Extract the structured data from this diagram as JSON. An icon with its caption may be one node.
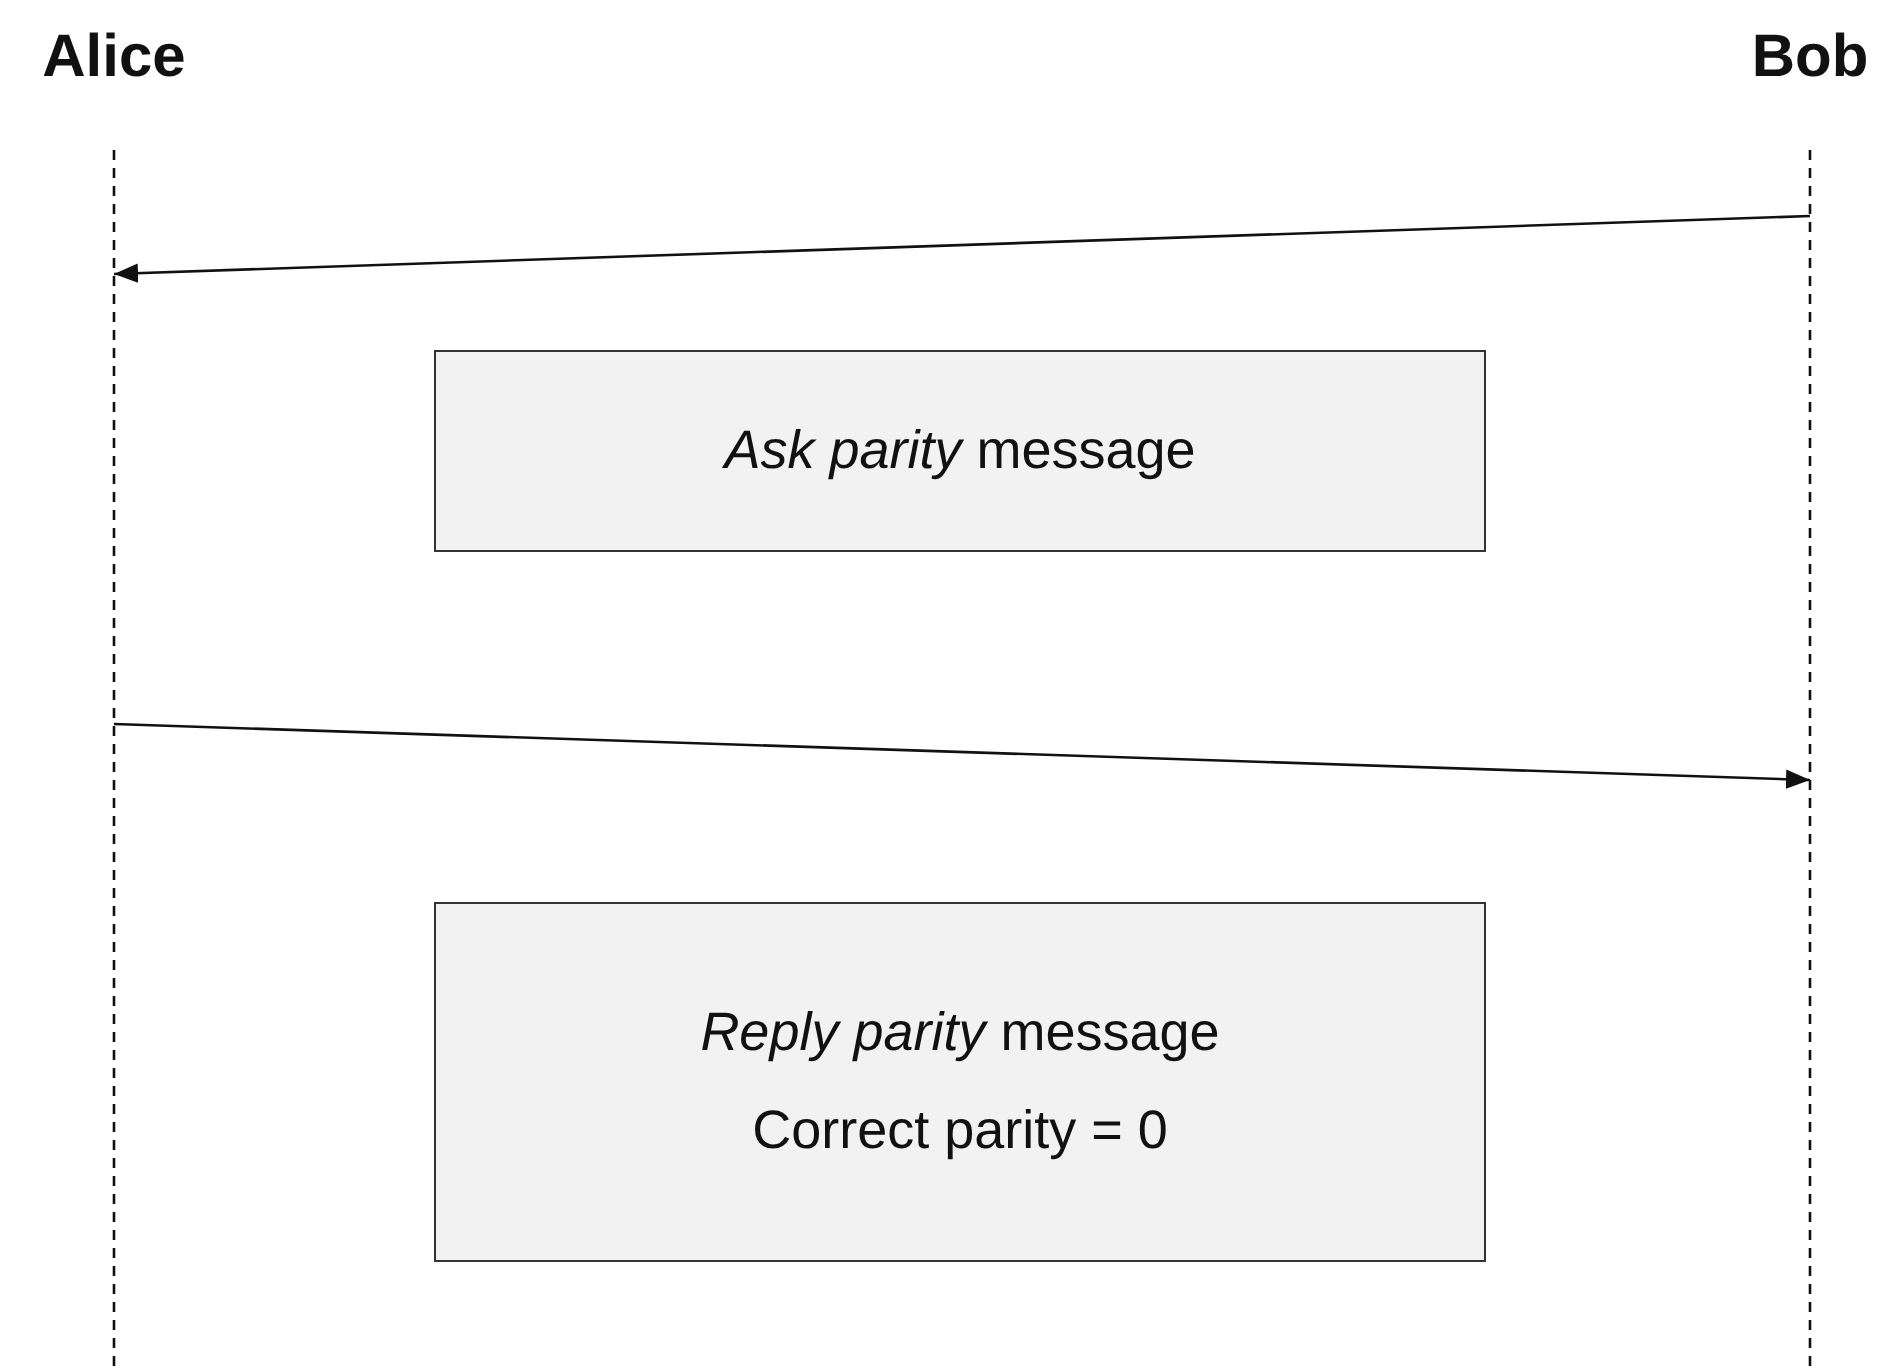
{
  "diagram": {
    "nodes": [
      {
        "text": [
          "Alice"
        ]
      },
      {
        "text": [
          "Bob"
        ]
      },
      {
        "text": [
          "*Ask parity* message"
        ]
      },
      {
        "text": [
          "*Reply parity* message",
          "Correct parity = 0"
        ]
      }
    ],
    "edges": [
      {
        "from": 1,
        "to": 0,
        "arrow": "to"
      },
      {
        "from": 0,
        "to": 1,
        "arrow": "to"
      }
    ]
  }
}
